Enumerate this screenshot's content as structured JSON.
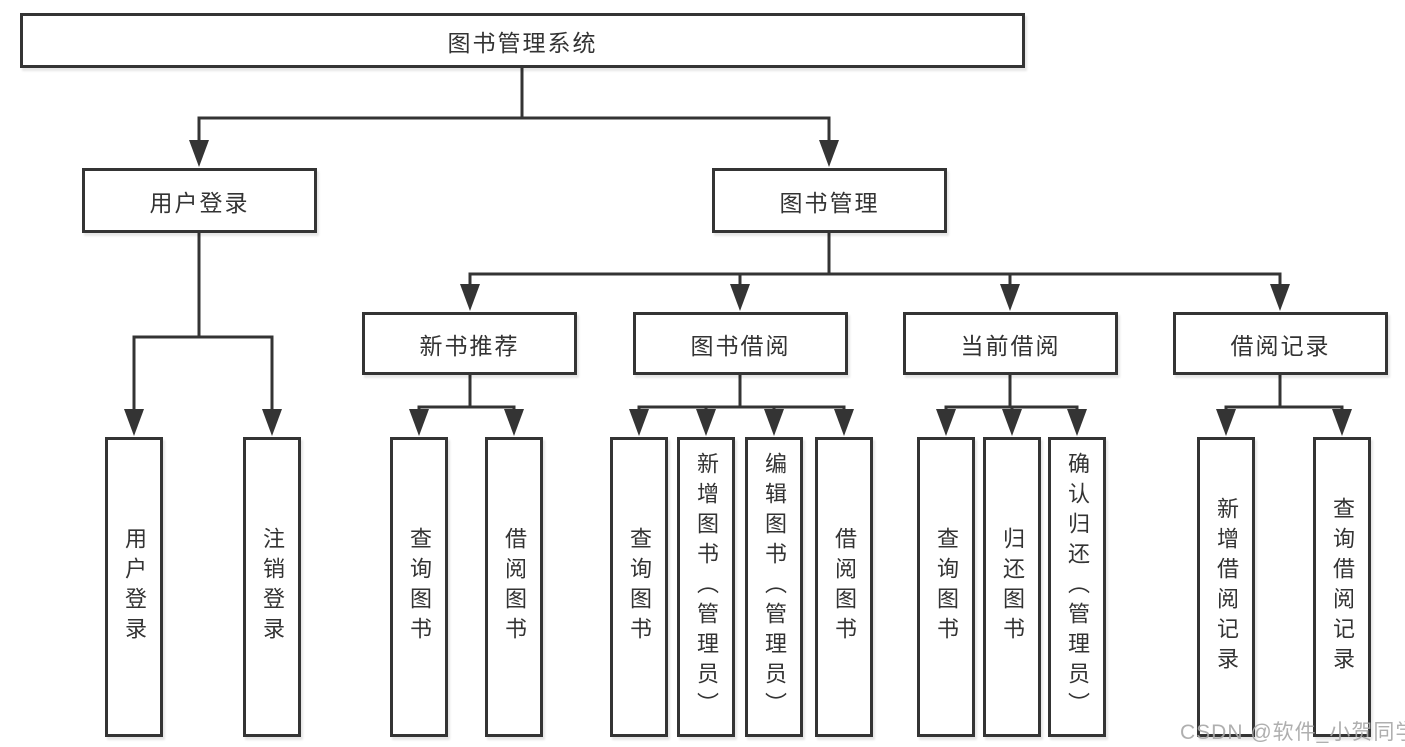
{
  "diagram_type": "hierarchy-tree",
  "tree": {
    "root": {
      "label": "图书管理系统"
    },
    "level2": [
      {
        "label": "用户登录"
      },
      {
        "label": "图书管理"
      }
    ],
    "level3": [
      {
        "label": "新书推荐",
        "parent": "图书管理"
      },
      {
        "label": "图书借阅",
        "parent": "图书管理"
      },
      {
        "label": "当前借阅",
        "parent": "图书管理"
      },
      {
        "label": "借阅记录",
        "parent": "图书管理"
      }
    ],
    "leaves": [
      {
        "label": "用户登录",
        "parent": "用户登录"
      },
      {
        "label": "注销登录",
        "parent": "用户登录"
      },
      {
        "label": "查询图书",
        "parent": "新书推荐"
      },
      {
        "label": "借阅图书",
        "parent": "新书推荐"
      },
      {
        "label": "查询图书",
        "parent": "图书借阅"
      },
      {
        "label": "新增图书（管理员）",
        "parent": "图书借阅"
      },
      {
        "label": "编辑图书（管理员）",
        "parent": "图书借阅"
      },
      {
        "label": "借阅图书",
        "parent": "图书借阅"
      },
      {
        "label": "查询图书",
        "parent": "当前借阅"
      },
      {
        "label": "归还图书",
        "parent": "当前借阅"
      },
      {
        "label": "确认归还（管理员）",
        "parent": "当前借阅"
      },
      {
        "label": "新增借阅记录",
        "parent": "借阅记录"
      },
      {
        "label": "查询借阅记录",
        "parent": "借阅记录"
      }
    ]
  },
  "watermark": "CSDN @软件_小贺同学",
  "colors": {
    "line": "#343434",
    "text": "#333333",
    "node_fill": "#ffffff",
    "watermark": "#a8a8a8",
    "background": "#ffffff"
  }
}
